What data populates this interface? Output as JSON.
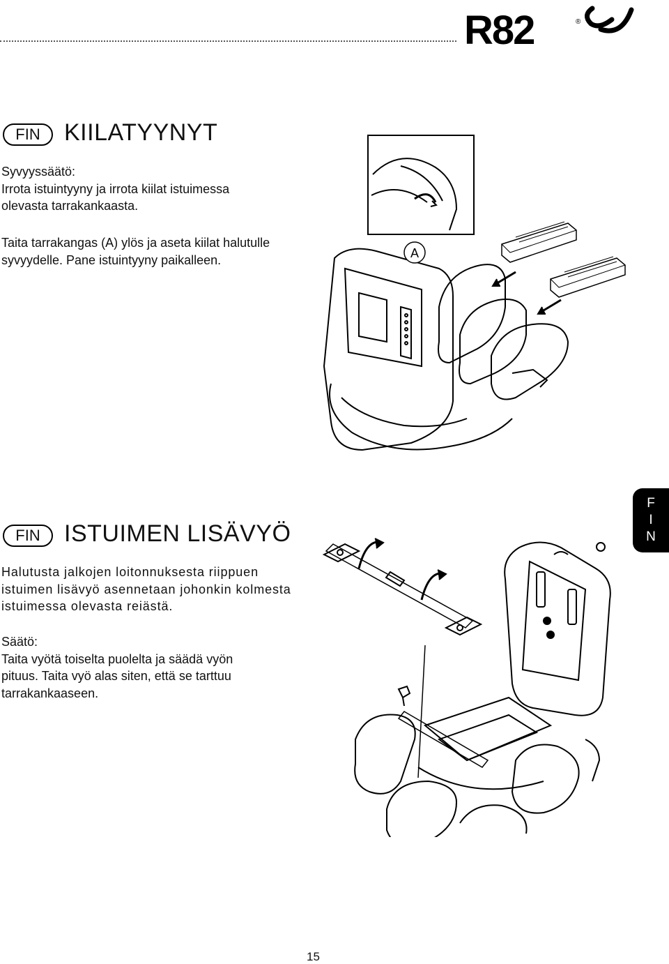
{
  "brand": {
    "logo_text": "R82",
    "registered_mark": "®"
  },
  "section1": {
    "lang_badge": "FIN",
    "title": "KIILATYYNYT",
    "paragraph1": "Syvyyssäätö:\nIrrota istuintyyny ja irrota kiilat istuimessa\nolevasta tarrakankaasta.",
    "paragraph2": "Taita tarrakangas (A) ylös ja aseta kiilat halutulle\nsyvyydelle. Pane istuintyyny paikalleen.",
    "figure_label": "A"
  },
  "section2": {
    "lang_badge": "FIN",
    "title": "ISTUIMEN LISÄVYÖ",
    "paragraph1": "Halutusta jalkojen loitonnuksesta riippuen\nistuimen lisävyö asennetaan johonkin kolmesta\nistuimessa olevasta reiästä.",
    "paragraph2": "Säätö:\nTaita vyötä toiselta puolelta ja säädä vyön\npituus. Taita vyö alas siten, että se tarttuu\ntarrakankaaseen."
  },
  "side_tab": {
    "letters": [
      "F",
      "I",
      "N"
    ]
  },
  "page_number": "15"
}
